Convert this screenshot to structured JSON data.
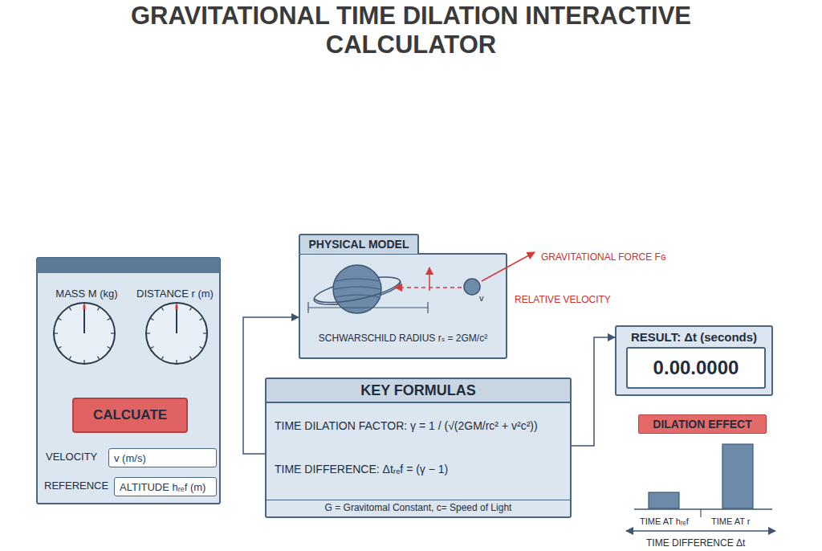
{
  "diagram": {
    "title": "GRAVITATIONAL TIME DILATION INTERACTIVE CALCULATOR",
    "nodes": [
      {
        "text": [
          "MASS M (kg)",
          "DISTANCE r (m)",
          "VELOCITY",
          "REFERENCE"
        ]
      },
      {
        "text": [
          "CALCUATE"
        ],
        "in": 0
      },
      {
        "text": [
          "v (m/s)"
        ],
        "in": 0
      },
      {
        "text": [
          "ALTITUDE hᵣₑf (m)"
        ],
        "in": 0
      },
      {
        "text": [
          "PHYSICAL MODEL",
          "SCHWARSCHILD RADIUS rₛ = 2GM/c²"
        ]
      },
      {
        "text": [
          "KEY FORMULAS",
          "TIME DILATION FACTOR: γ = 1 / (√(2GM/rc² + v²c²))",
          "TIME DIFFERENCE: Δtᵣₑf = (γ − 1)",
          "G = Gravitomal Constant, c= Speed of Light"
        ]
      },
      {
        "text": [
          "RESULT: Δt (seconds)"
        ]
      },
      {
        "text": [
          "0.00.0000"
        ],
        "in": 6
      },
      {
        "text": [
          "DILATION EFFECT"
        ]
      }
    ],
    "edges": [
      {
        "from": 5,
        "to": 4,
        "arrow": "to"
      },
      {
        "from": 5,
        "to": 6,
        "arrow": "to"
      }
    ],
    "labels": [
      "GRAVITATIONAL FORCE Fɢ",
      "RELATIVE VELOCITY",
      "v",
      "TIME AT hᵣₑf",
      "TIME AT r",
      "TIME DIFFERENCE Δt"
    ]
  }
}
